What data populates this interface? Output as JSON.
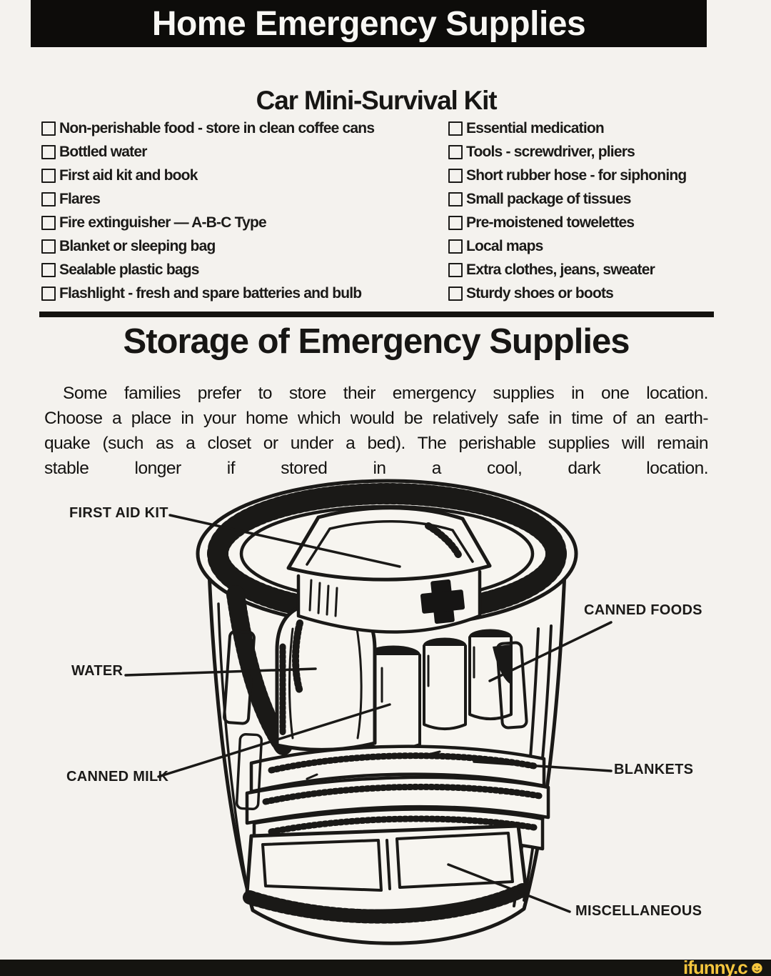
{
  "header": {
    "title": "Home Emergency Supplies",
    "bar_color": "#0d0c0a",
    "text_color": "#f8f7f4"
  },
  "checklist": {
    "title": "Car Mini-Survival Kit",
    "left_items": [
      "Non-perishable food - store in clean coffee cans",
      "Bottled water",
      "First aid kit and book",
      "Flares",
      "Fire extinguisher — A-B-C Type",
      "Blanket or sleeping bag",
      "Sealable plastic bags",
      "Flashlight - fresh and spare batteries and bulb"
    ],
    "right_items": [
      "Essential medication",
      "Tools - screwdriver, pliers",
      "Short rubber hose - for siphoning",
      "Small package of tissues",
      "Pre-moistened towelettes",
      "Local maps",
      "Extra clothes, jeans, sweater",
      "Sturdy shoes or boots"
    ]
  },
  "storage": {
    "title": "Storage of Emergency Supplies",
    "paragraph_lines": [
      "Some families prefer to store their emergency supplies in one location.",
      "Choose a place in your home which would be relatively safe in time of an earth-",
      "quake (such as a closet or under a bed). The perishable supplies will remain",
      "stable longer if stored in a cool, dark location."
    ]
  },
  "figure": {
    "labels": {
      "first_aid_kit": "FIRST AID KIT",
      "water": "WATER",
      "canned_milk": "CANNED MILK",
      "canned_foods": "CANNED FOODS",
      "blankets": "BLANKETS",
      "miscellaneous": "MISCELLANEOUS"
    }
  },
  "watermark": {
    "text": "ifunny.c",
    "smiley": "☻",
    "color": "#f5c63e",
    "bar_color": "#151410"
  }
}
